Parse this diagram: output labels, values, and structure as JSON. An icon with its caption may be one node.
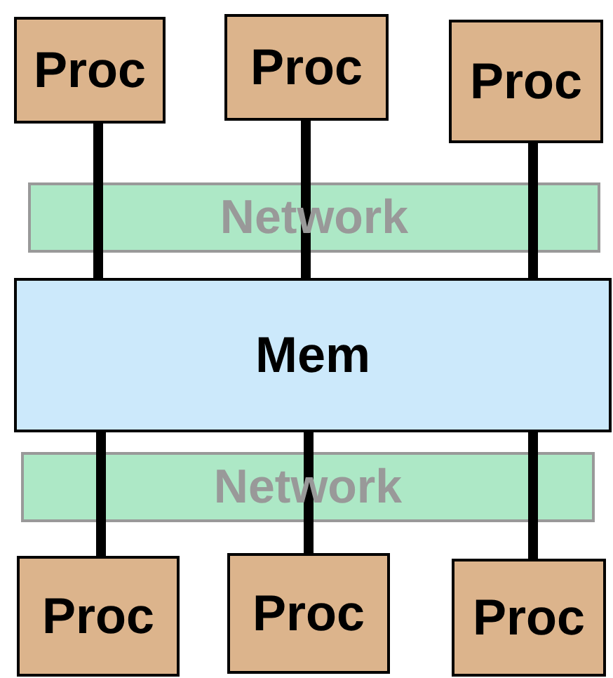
{
  "diagram": {
    "nodes": [
      {
        "text": [
          "Proc"
        ]
      },
      {
        "text": [
          "Proc"
        ]
      },
      {
        "text": [
          "Proc"
        ]
      },
      {
        "text": [
          "Network"
        ]
      },
      {
        "text": [
          "Mem"
        ]
      },
      {
        "text": [
          "Network"
        ]
      },
      {
        "text": [
          "Proc"
        ]
      },
      {
        "text": [
          "Proc"
        ]
      },
      {
        "text": [
          "Proc"
        ]
      }
    ],
    "edges": [
      {
        "from": 0,
        "to": 3,
        "arrow": "none"
      },
      {
        "from": 3,
        "to": 4,
        "arrow": "none"
      },
      {
        "from": 1,
        "to": 3,
        "arrow": "none"
      },
      {
        "from": 3,
        "to": 4,
        "arrow": "none"
      },
      {
        "from": 2,
        "to": 3,
        "arrow": "none"
      },
      {
        "from": 3,
        "to": 4,
        "arrow": "none"
      },
      {
        "from": 6,
        "to": 5,
        "arrow": "none"
      },
      {
        "from": 5,
        "to": 4,
        "arrow": "none"
      },
      {
        "from": 7,
        "to": 5,
        "arrow": "none"
      },
      {
        "from": 5,
        "to": 4,
        "arrow": "none"
      },
      {
        "from": 8,
        "to": 5,
        "arrow": "none"
      },
      {
        "from": 5,
        "to": 4,
        "arrow": "none"
      }
    ]
  }
}
